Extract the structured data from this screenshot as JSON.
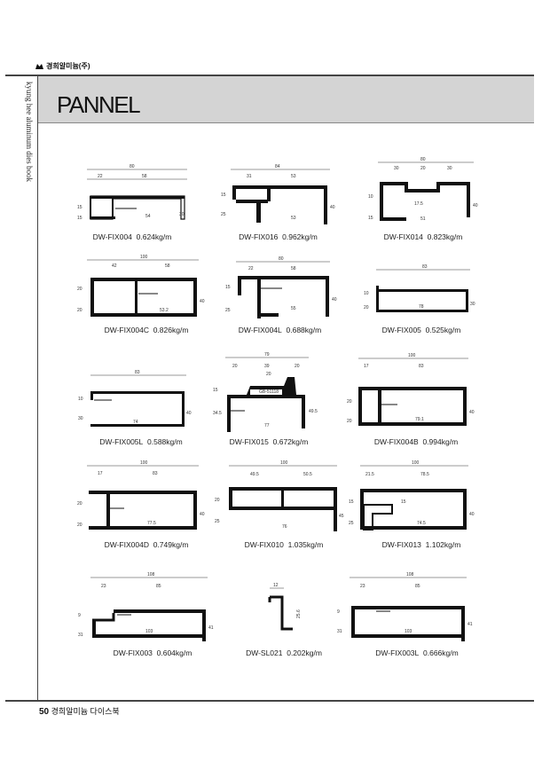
{
  "header": {
    "brand": "경희알미늄(주)",
    "vertical_text": "kyung hee aluminum dies book",
    "section_title": "PANNEL"
  },
  "footer": {
    "page_number": "50",
    "book_title": "경희알미늄 다이스북"
  },
  "profiles": [
    {
      "code": "DW-FIX004",
      "weight": "0.624kg/m",
      "dims": [
        "80",
        "22",
        "58",
        "15",
        "15",
        "30",
        "54"
      ]
    },
    {
      "code": "DW-FIX016",
      "weight": "0.962kg/m",
      "dims": [
        "84",
        "31",
        "53",
        "15",
        "25",
        "40",
        "53"
      ]
    },
    {
      "code": "DW-FIX014",
      "weight": "0.823kg/m",
      "dims": [
        "80",
        "30",
        "20",
        "30",
        "10",
        "15",
        "40",
        "51",
        "17.5"
      ]
    },
    {
      "code": "DW-FIX004C",
      "weight": "0.826kg/m",
      "dims": [
        "100",
        "42",
        "58",
        "20",
        "20",
        "40",
        "53.2"
      ]
    },
    {
      "code": "DW-FIX004L",
      "weight": "0.688kg/m",
      "dims": [
        "80",
        "22",
        "58",
        "15",
        "25",
        "40",
        "55"
      ]
    },
    {
      "code": "DW-FIX005",
      "weight": "0.525kg/m",
      "dims": [
        "83",
        "10",
        "20",
        "30",
        "78"
      ]
    },
    {
      "code": "DW-FIX005L",
      "weight": "0.588kg/m",
      "dims": [
        "83",
        "10",
        "30",
        "40",
        "74"
      ]
    },
    {
      "code": "DW-FIX015",
      "weight": "0.672kg/m",
      "dims": [
        "79",
        "20",
        "39",
        "20",
        "20",
        "15",
        "34.5",
        "49.5",
        "77",
        "GB-51118"
      ]
    },
    {
      "code": "DW-FIX004B",
      "weight": "0.994kg/m",
      "dims": [
        "100",
        "17",
        "83",
        "20",
        "20",
        "40",
        "79.1"
      ]
    },
    {
      "code": "DW-FIX004D",
      "weight": "0.749kg/m",
      "dims": [
        "100",
        "17",
        "83",
        "20",
        "20",
        "40",
        "77.5"
      ]
    },
    {
      "code": "DW-FIX010",
      "weight": "1.035kg/m",
      "dims": [
        "100",
        "49.5",
        "50.5",
        "20",
        "25",
        "45",
        "76"
      ]
    },
    {
      "code": "DW-FIX013",
      "weight": "1.102kg/m",
      "dims": [
        "100",
        "21.5",
        "78.5",
        "15",
        "25",
        "40",
        "74.5",
        "15"
      ]
    },
    {
      "code": "DW-FIX003",
      "weight": "0.604kg/m",
      "dims": [
        "108",
        "23",
        "85",
        "9",
        "31",
        "41",
        "103"
      ]
    },
    {
      "code": "DW-SL021",
      "weight": "0.202kg/m",
      "dims": [
        "12",
        "25.6"
      ]
    },
    {
      "code": "DW-FIX003L",
      "weight": "0.666kg/m",
      "dims": [
        "108",
        "23",
        "85",
        "9",
        "31",
        "41",
        "103"
      ]
    }
  ]
}
